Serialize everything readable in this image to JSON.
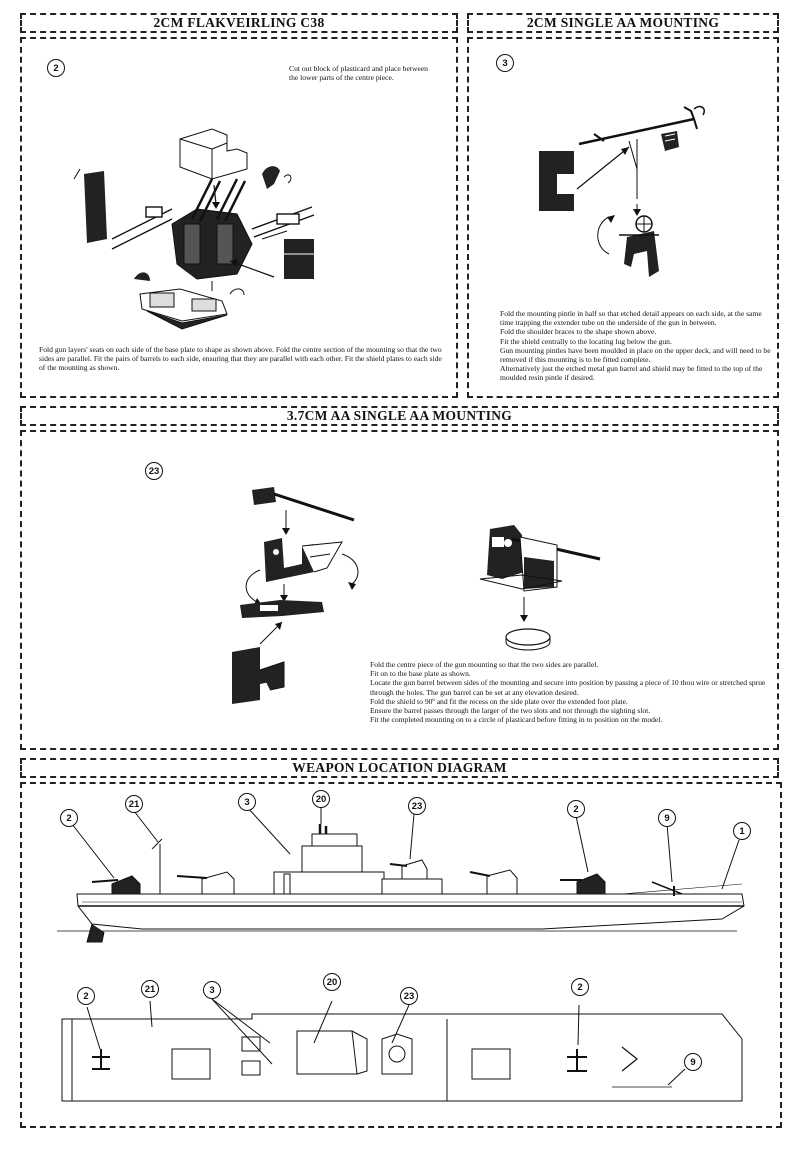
{
  "sections": {
    "flak": {
      "title": "2CM FLAKVEIRLING C38",
      "step": "2",
      "top_note": "Cut out block of plasticard and place between the lower parts of the centre piece.",
      "instructions": "Fold gun layers' seats on each side of the base plate to shape as shown above.  Fold the centre section of the mounting so that the two sides are parallel.  Fit the pairs of barrels to each side, ensuring that they are parallel with each other.  Fit the shield plates to each side of the mounting as shown."
    },
    "single": {
      "title": "2CM SINGLE AA MOUNTING",
      "step": "3",
      "instructions": [
        "Fold the mounting pintle in half so that etched detail appears on each side, at the same time trapping the extender tube on the underside of the gun in between.",
        "Fold the shoulder braces to the shape shown above.",
        "Fit the shield centrally to the locating lug below the gun.",
        "Gun mounting pintles have been moulded in place on the upper deck, and will need to be removed if this mounting is to be fitted complete.",
        "Alternatively just the etched metal gun barrel and shield may be fitted to the top of the moulded resin pintle if desired."
      ]
    },
    "aa37": {
      "title": "3.7CM AA SINGLE AA MOUNTING",
      "step": "23",
      "instructions": [
        "Fold the centre piece of the gun mounting so that the two sides are parallel.",
        "Fit on to the base plate as shown.",
        "Locate the gun barrel between sides of the mounting and secure into position by passing a piece of 10 thou wire or stretched sprue through the holes.  The gun barrel can be set at any elevation desired.",
        "Fold the shield to 90º and fit the recess on the side plate over the extended foot plate.",
        "Ensure the barrel passes through the larger of the two slots and not through the sighting slot.",
        "Fit the completed mounting on to a circle of plasticard before fitting in to position on the model."
      ]
    },
    "weapon": {
      "title": "WEAPON LOCATION DIAGRAM",
      "side_labels": [
        "2",
        "21",
        "3",
        "20",
        "23",
        "2",
        "9",
        "1"
      ],
      "plan_labels": [
        "2",
        "21",
        "3",
        "20",
        "23",
        "2",
        "9"
      ]
    }
  }
}
